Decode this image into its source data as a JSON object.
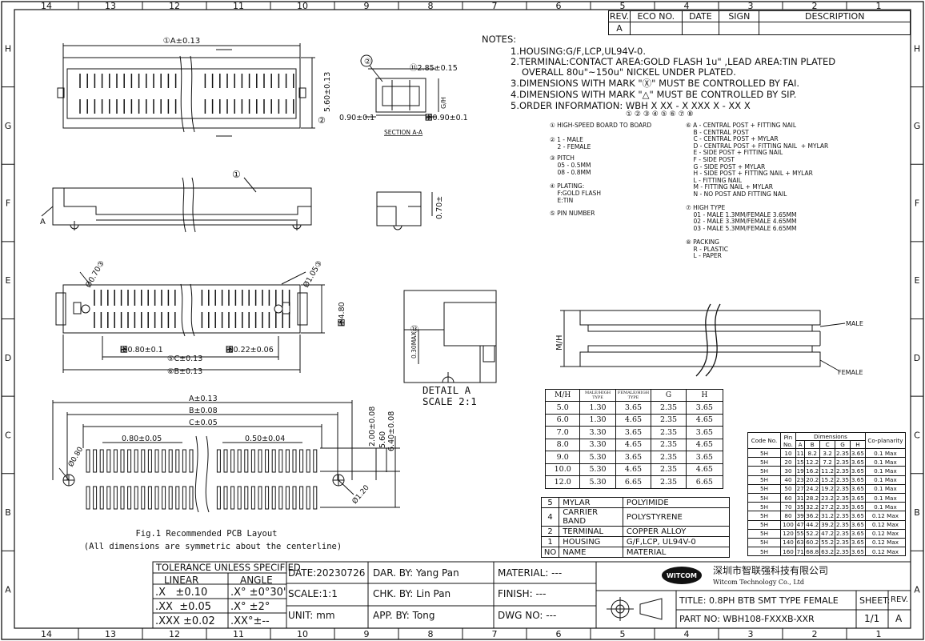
{
  "grid": {
    "columns": [
      "14",
      "13",
      "12",
      "11",
      "10",
      "9",
      "8",
      "7",
      "6",
      "5",
      "4",
      "3",
      "2",
      "1"
    ],
    "rows_left": [
      "H",
      "G",
      "F",
      "E",
      "D",
      "C",
      "B",
      "A"
    ],
    "rows_right": [
      "H",
      "G",
      "F",
      "E",
      "D",
      "C",
      "B",
      "A"
    ]
  },
  "revision_block": {
    "headers": [
      "REV.",
      "ECO NO.",
      "DATE",
      "SIGN",
      "DESCRIPTION"
    ],
    "row": [
      "A",
      "",
      "",
      "",
      ""
    ]
  },
  "notes": {
    "title": "NOTES:",
    "lines": [
      "1.HOUSING:G/F,LCP,UL94V-0.",
      "2.TERMINAL:CONTACT AREA:GOLD FLASH 1u\" ,LEAD AREA:TIN PLATED",
      "OVERALL 80u\"~150u\" NICKEL UNDER PLATED.",
      "3.DIMENSIONS WITH MARK \"Ⓧ\" MUST BE CONTROLLED BY FAI.",
      "4.DIMENSIONS WITH MARK \"△\" MUST BE CONTROLLED BY SIP.",
      "5.ORDER INFORMATION: WBH X XX - X XXX X - XX X"
    ],
    "order_circles": "① ② ③    ④ ⑤ ⑥    ⑦ ⑧"
  },
  "order_info_left": [
    "① HIGH-SPEED BOARD TO BOARD",
    "② 1 - MALE",
    "    2 - FEMALE",
    "③ PITCH",
    "    05 - 0.5MM",
    "    08 - 0.8MM",
    "④ PLATING:",
    "    F:GOLD FLASH",
    "    E:TIN",
    "⑤ PIN NUMBER"
  ],
  "order_info_right": [
    "⑥ A - CENTRAL POST + FITTING NAIL",
    "    B - CENTRAL POST",
    "    C - CENTRAL POST + MYLAR",
    "    D - CENTRAL POST + FITTING NAIL  + MYLAR",
    "    E - SIDE POST + FITTING NAIL",
    "    F - SIDE POST",
    "    G - SIDE POST + MYLAR",
    "    H - SIDE POST + FITTING NAIL + MYLAR",
    "    L - FITTING NAIL",
    "    M - FITTING NAIL + MYLAR",
    "    N - NO POST AND FITTING NAIL",
    "",
    "⑦ HIGH TYPE",
    "    01 - MALE 1.3MM/FEMALE 3.65MM",
    "    02 - MALE 3.3MM/FEMALE 4.65MM",
    "    03 - MALE 5.3MM/FEMALE 6.65MM",
    "",
    "⑧ PACKING",
    "    R - PLASTIC",
    "    L - PAPER"
  ],
  "drawing_labels": {
    "top_a": "①A±0.13",
    "dim_560": "5.60±0.13",
    "circle2": "②",
    "sec_285": "⑪2.85±0.15",
    "sec_gh": "G/H",
    "sec_090a": "0.90±0.1",
    "sec_090b": "␳0.90±0.1",
    "section": "SECTION A-A",
    "circle1": "①",
    "label_a": "A",
    "detail_070": "0.70±",
    "e_dia070": "Ø0.70③",
    "e_dia105": "Ø1.05③",
    "e_480": "␵4.80",
    "e_080": "␴0.80±0.1",
    "e_022": "␷0.22±0.06",
    "e_c": "⑤C±0.13",
    "e_b": "⑥B±0.13",
    "detail_title": "DETAIL A",
    "detail_scale": "SCALE 2:1",
    "detail_dim": "0.30MAX",
    "detail_circ": "⑬",
    "mh": "M/H",
    "male": "MALE",
    "female": "FEMALE",
    "pcb_a": "A±0.13",
    "pcb_b": "B±0.08",
    "pcb_c": "C±0.05",
    "pcb_080": "0.80±0.05",
    "pcb_050": "0.50±0.04",
    "pcb_200": "2.00±0.08",
    "pcb_560": "5.60",
    "pcb_640": "6.40±0.08",
    "pcb_dia080": "Ø0.80",
    "pcb_dia120": "Ø1.20",
    "fig_title": "Fig.1 Recommended PCB Layout",
    "fig_note": "(All dimensions are symmetric about the centerline)"
  },
  "mh_table": {
    "headers": [
      "M/H",
      "MALE/HIGH TYPE",
      "FEMALE/HIGH TYPE",
      "G",
      "H"
    ],
    "rows": [
      [
        "5.0",
        "1.30",
        "3.65",
        "2.35",
        "3.65"
      ],
      [
        "6.0",
        "1.30",
        "4.65",
        "2.35",
        "4.65"
      ],
      [
        "7.0",
        "3.30",
        "3.65",
        "2.35",
        "3.65"
      ],
      [
        "8.0",
        "3.30",
        "4.65",
        "2.35",
        "4.65"
      ],
      [
        "9.0",
        "5.30",
        "3.65",
        "2.35",
        "3.65"
      ],
      [
        "10.0",
        "5.30",
        "4.65",
        "2.35",
        "4.65"
      ],
      [
        "12.0",
        "5.30",
        "6.65",
        "2.35",
        "6.65"
      ]
    ]
  },
  "material_table": {
    "rows": [
      [
        "5",
        "MYLAR",
        "POLYIMIDE"
      ],
      [
        "4",
        "CARRIER BAND",
        "POLYSTYRENE"
      ],
      [
        "2",
        "TERMINAL",
        "COPPER ALLOY"
      ],
      [
        "1",
        "HOUSING",
        "G/F,LCP, UL94V-0"
      ],
      [
        "NO",
        "NAME",
        "MATERIAL"
      ]
    ]
  },
  "dim_table": {
    "group_header": "Dimensions",
    "headers": [
      "Code No.",
      "Pin No.",
      "A",
      "B",
      "C",
      "G",
      "H",
      "Co-planarity"
    ],
    "rows": [
      [
        "5H",
        "10",
        "11",
        "8.2",
        "3.2",
        "2.35",
        "3.65",
        "0.1 Max"
      ],
      [
        "5H",
        "20",
        "15",
        "12.2",
        "7.2",
        "2.35",
        "3.65",
        "0.1 Max"
      ],
      [
        "5H",
        "30",
        "19",
        "16.2",
        "11.2",
        "2.35",
        "3.65",
        "0.1 Max"
      ],
      [
        "5H",
        "40",
        "23",
        "20.2",
        "15.2",
        "2.35",
        "3.65",
        "0.1 Max"
      ],
      [
        "5H",
        "50",
        "27",
        "24.2",
        "19.2",
        "2.35",
        "3.65",
        "0.1 Max"
      ],
      [
        "5H",
        "60",
        "31",
        "28.2",
        "23.2",
        "2.35",
        "3.65",
        "0.1 Max"
      ],
      [
        "5H",
        "70",
        "35",
        "32.2",
        "27.2",
        "2.35",
        "3.65",
        "0.1 Max"
      ],
      [
        "5H",
        "80",
        "39",
        "36.2",
        "31.2",
        "2.35",
        "3.65",
        "0.12 Max"
      ],
      [
        "5H",
        "100",
        "47",
        "44.2",
        "39.2",
        "2.35",
        "3.65",
        "0.12 Max"
      ],
      [
        "5H",
        "120",
        "55",
        "52.2",
        "47.2",
        "2.35",
        "3.65",
        "0.12 Max"
      ],
      [
        "5H",
        "140",
        "63",
        "60.2",
        "55.2",
        "2.35",
        "3.65",
        "0.12 Max"
      ],
      [
        "5H",
        "160",
        "71",
        "68.8",
        "63.2",
        "2.35",
        "3.65",
        "0.12 Max"
      ]
    ]
  },
  "title_block": {
    "tol_title": "TOLERANCE UNLESS SPECIFIED",
    "linear": "LINEAR",
    "angle": "ANGLE",
    "tol_rows": [
      [
        ".X   ±0.10",
        ".X° ±0°30'"
      ],
      [
        ".XX  ±0.05",
        ".X° ±2°"
      ],
      [
        ".XXX ±0.02",
        ".XX°±--"
      ]
    ],
    "date": "DATE:20230726",
    "scale": "SCALE:1:1",
    "unit": "UNIT: mm",
    "dar": "DAR. BY: Yang Pan",
    "chk": "CHK. BY: Lin Pan",
    "app": "APP. BY: Tong",
    "material": "MATERIAL: ---",
    "finish": "FINISH:   ---",
    "dwg": "DWG NO:  ---",
    "company_cn": "深圳市智联强科技有限公司",
    "company_en": "Witcom Technology Co., Ltd",
    "logo_text": "WITCOM",
    "title": "TITLE: 0.8PH BTB SMT TYPE FEMALE",
    "part_no": "PART NO: WBH108-FXXXB-XXR",
    "sheet_label": "SHEET:",
    "sheet_value": "1/1",
    "rev_label": "REV.",
    "rev_value": "A"
  }
}
